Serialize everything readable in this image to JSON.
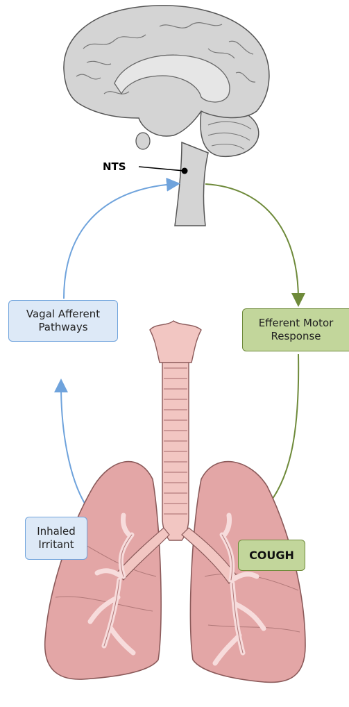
{
  "labels": {
    "nts": "NTS",
    "vagal_line1": "Vagal Afferent",
    "vagal_line2": "Pathways",
    "efferent_line1": "Efferent Motor",
    "efferent_line2": "Response",
    "inhaled_line1": "Inhaled",
    "inhaled_line2": "Irritant",
    "cough": "COUGH"
  },
  "colors": {
    "afferent_arrow": "#6fa3dc",
    "efferent_arrow": "#6e8a3a",
    "brain_fill": "#d4d4d4",
    "trachea_fill": "#f2c6c2",
    "lung_fill": "#e3a6a6",
    "bronchi_fill": "#f7dcdc"
  }
}
